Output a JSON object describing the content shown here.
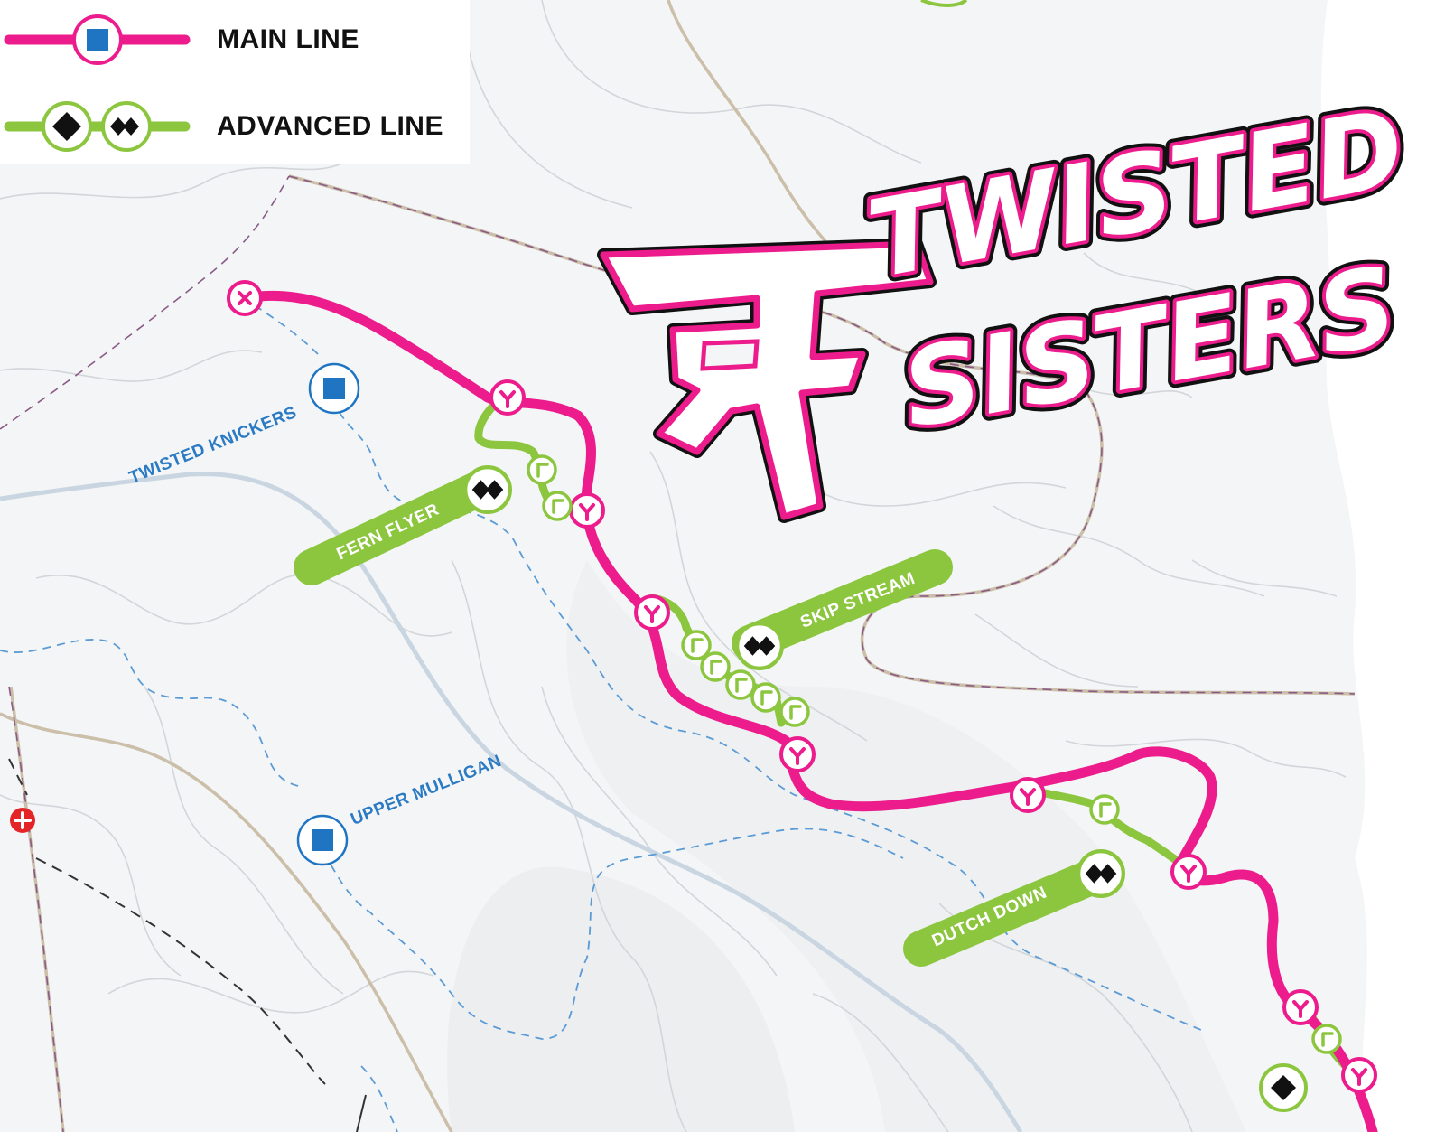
{
  "legend": {
    "main_line": "MAIN LINE",
    "advanced_line": "ADVANCED LINE"
  },
  "title": {
    "line1": "TWISTED",
    "line2": "SISTERS",
    "emblem": "TS"
  },
  "trails": {
    "twisted_knickers": "TWISTED KNICKERS",
    "upper_mulligan": "UPPER MULLIGAN",
    "fern_flyer": "FERN FLYER",
    "skip_stream": "SKIP STREAM",
    "dutch_down": "DUTCH DOWN"
  },
  "colors": {
    "main_line": "#ec1c8c",
    "advanced_line": "#8cc63f",
    "intermediate": "#1f75c2",
    "first_aid": "#e42528",
    "ridge_road": "#c9bca7",
    "river": "#c5d3e0",
    "contour": "#cfd3d7"
  },
  "icons": {
    "start": "x-start-icon",
    "junction": "y-junction-icon",
    "feature": "drop-feature-icon",
    "intermediate": "blue-square-icon",
    "black": "black-diamond-icon",
    "double_black": "double-black-diamond-icon",
    "first_aid": "first-aid-icon"
  }
}
